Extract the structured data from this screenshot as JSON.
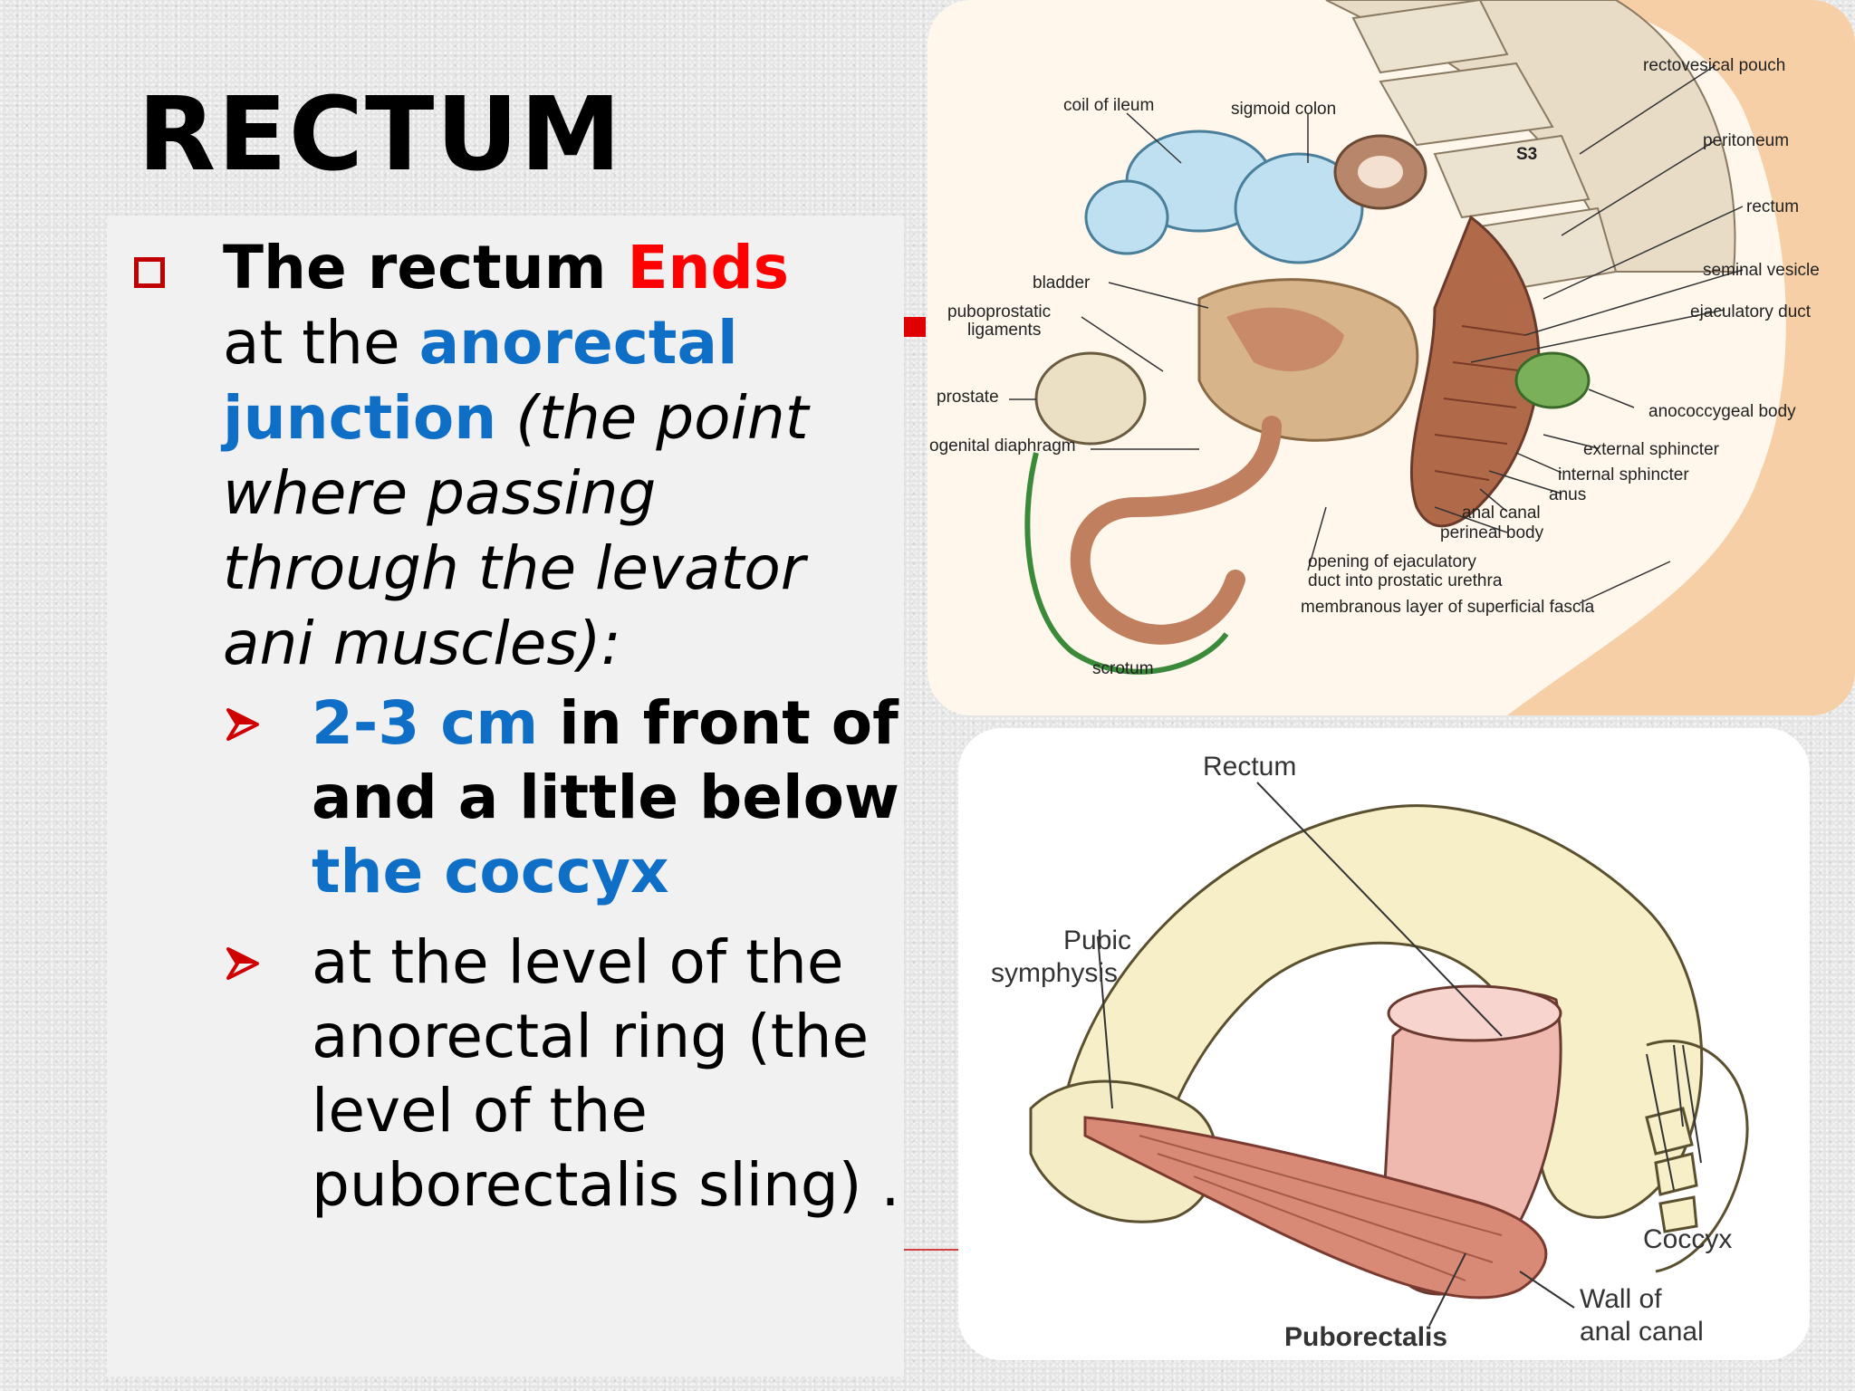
{
  "slide": {
    "title": "RECTUM",
    "main_bullet": {
      "part1": "The rectum ",
      "part2": "Ends",
      "part3": "at the ",
      "part4": "anorectal junction",
      "part5": " (the point where  passing through the levator ani muscles):"
    },
    "sub_bullets": [
      {
        "part1": "2-3 cm",
        "part2": " in front of and a little below ",
        "part3": "the coccyx"
      },
      {
        "text": "at the level of the anorectal ring (the level of the puborectalis sling) ."
      }
    ]
  },
  "figure_top": {
    "labels": {
      "coil_of_ileum": "coil of  ileum",
      "sigmoid_colon": "sigmoid colon",
      "rectovesical_pouch": "rectovesical pouch",
      "peritoneum": "peritoneum",
      "s3": "S3",
      "rectum": "rectum",
      "seminal_vesicle": "seminal vesicle",
      "ejaculatory_duct": "ejaculatory duct",
      "bladder": "bladder",
      "puboprostatic_ligaments_1": "puboprostatic",
      "puboprostatic_ligaments_2": "ligaments",
      "prostate": "prostate",
      "urogenital_diaphragm": "ogenital diaphragm",
      "anococcygeal_body": "anococcygeal body",
      "external_sphincter": "external sphincter",
      "internal_sphincter": "internal sphincter",
      "anus": "anus",
      "anal_canal": "anal canal",
      "perineal_body": "perineal body",
      "opening_1": "opening of ejaculatory",
      "opening_2": "duct into prostatic urethra",
      "membranous_layer": "membranous layer of superficial fascia",
      "scrotum": "scrotum"
    }
  },
  "figure_bottom": {
    "labels": {
      "rectum": "Rectum",
      "pubic_1": "Pubic",
      "pubic_2": "symphysis",
      "coccyx": "Coccyx",
      "wall_1": "Wall of",
      "wall_2": "anal canal",
      "puborectalis": "Puborectalis"
    }
  },
  "colors": {
    "title": "#000000",
    "emphasis_red": "#ff0000",
    "emphasis_blue": "#0f6fc6",
    "bullet_red": "#c00000"
  }
}
